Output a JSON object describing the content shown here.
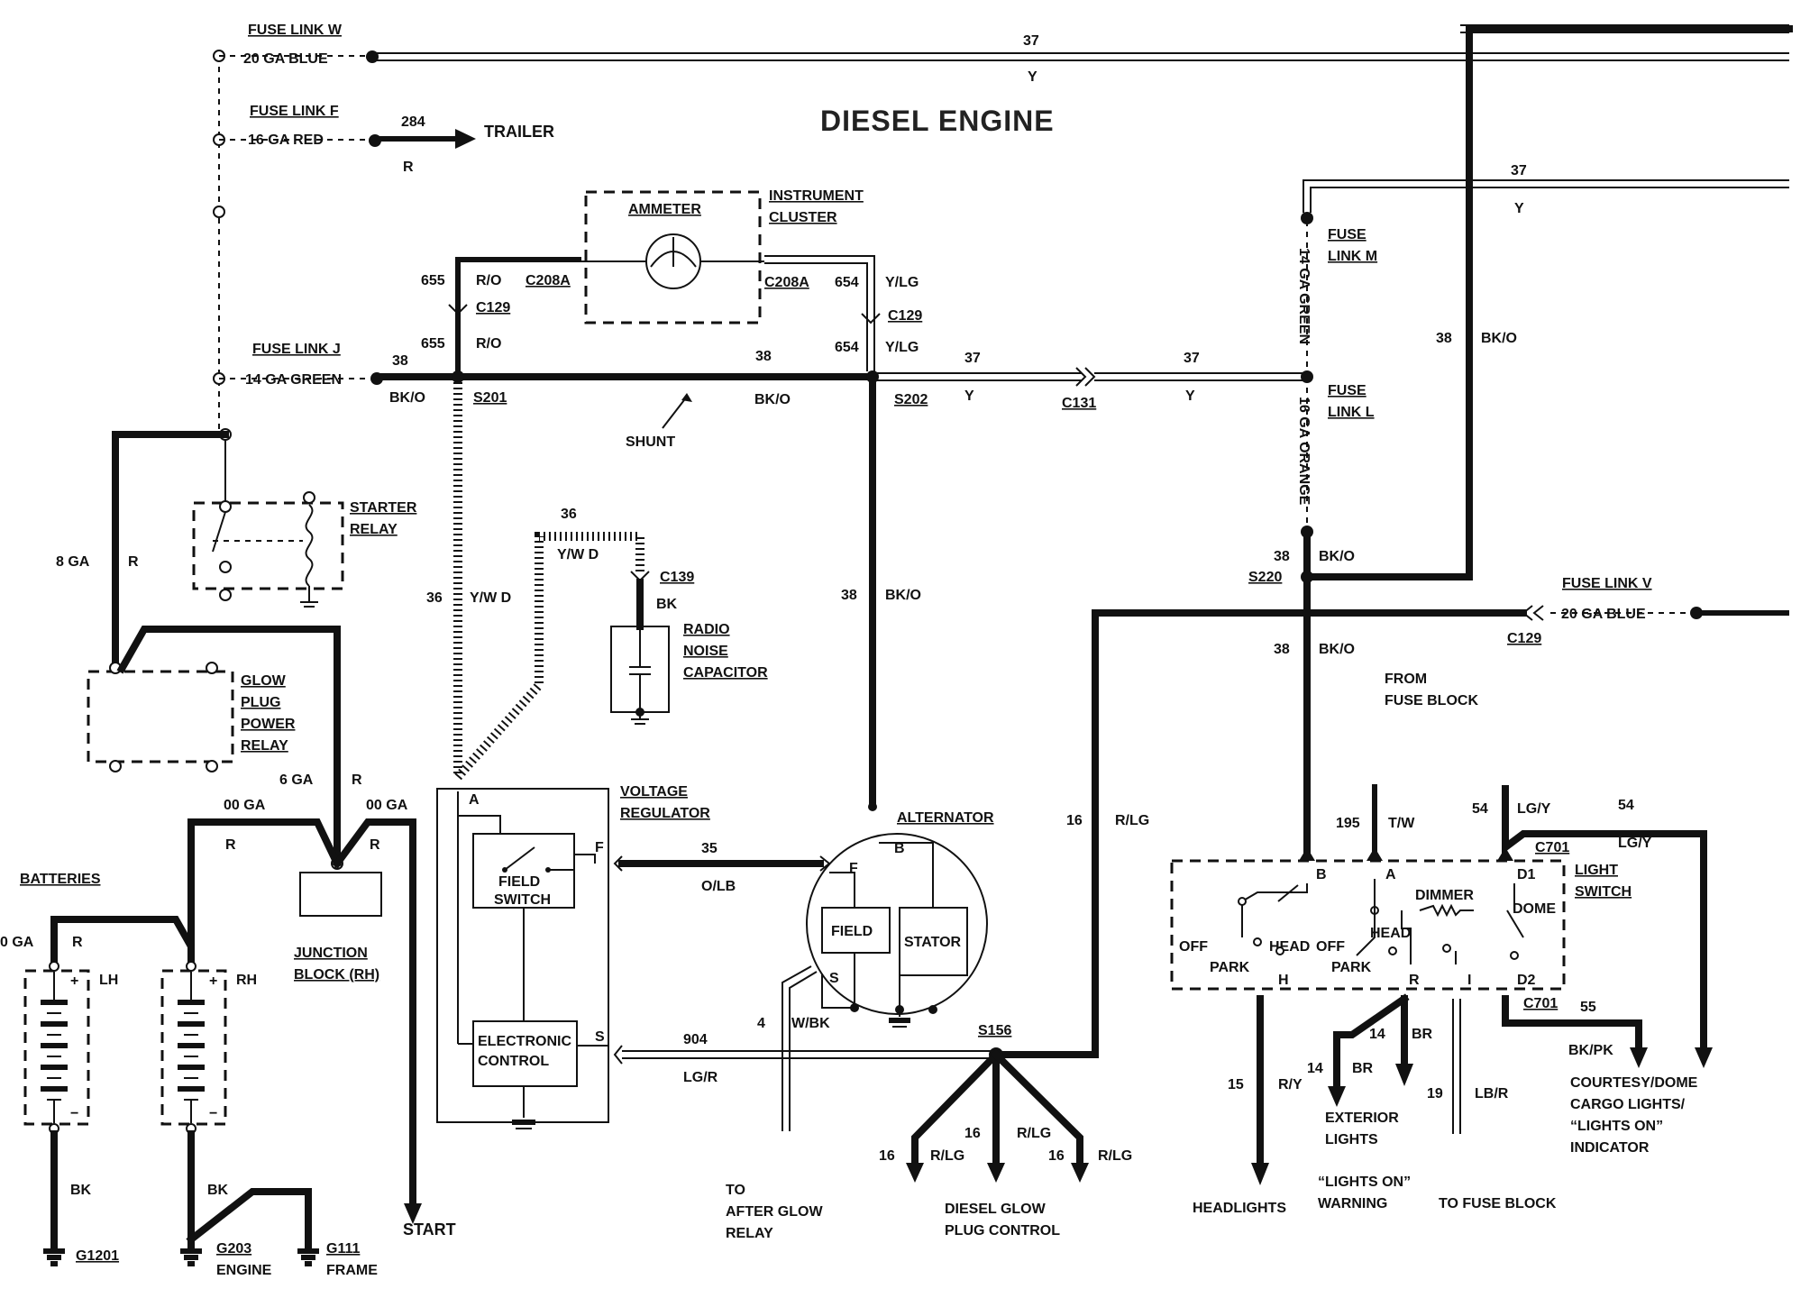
{
  "title": "DIESEL ENGINE",
  "fuse_links": {
    "w": {
      "name": "FUSE LINK W",
      "gauge": "20 GA BLUE"
    },
    "f": {
      "name": "FUSE LINK F",
      "gauge": "16 GA RED"
    },
    "j": {
      "name": "FUSE LINK J",
      "gauge": "14 GA GREEN"
    },
    "m_name": [
      "FUSE",
      "LINK M"
    ],
    "m_gauge": "14 GA GREEN",
    "l_name": [
      "FUSE",
      "LINK L"
    ],
    "l_gauge": "16 GA ORANGE",
    "v": {
      "name": "FUSE LINK V",
      "gauge": "20 GA BLUE"
    }
  },
  "trailer": {
    "circuit": "284",
    "color": "R",
    "label": "TRAILER"
  },
  "top_wire": {
    "circuit": "37",
    "color": "Y"
  },
  "right_wire": {
    "circuit": "37",
    "color": "Y"
  },
  "instrument_cluster": {
    "ammeter": "AMMETER",
    "label": [
      "INSTRUMENT",
      "CLUSTER"
    ]
  },
  "connectors": {
    "c208a_l": "C208A",
    "c208a_r": "C208A",
    "c129_l": "C129",
    "c129_r": "C129",
    "c129_v": "C129",
    "c131": "C131",
    "c139": "C139",
    "c701_top": "C701",
    "c701_bot": "C701"
  },
  "splices": {
    "s201": "S201",
    "s202": "S202",
    "s220": "S220",
    "s156": "S156"
  },
  "wire_labels": {
    "w655a": "655",
    "ro_a": "R/O",
    "w654a": "654",
    "ylg_a": "Y/LG",
    "w655b": "655",
    "ro_b": "R/O",
    "w654b": "654",
    "ylg_b": "Y/LG",
    "w38_j": "38",
    "bko_j": "BK/O",
    "w38_mid": "38",
    "bko_mid": "BK/O",
    "w37_a": "37",
    "y_a": "Y",
    "w37_b": "37",
    "y_b": "Y",
    "shunt": "SHUNT",
    "w38_v": "38",
    "bko_v": "BK/O",
    "w38_s220a": "38",
    "bko_s220a": "BK/O",
    "w38_s220b": "38",
    "bko_s220b": "BK/O",
    "w36_top": "36",
    "yw_d_top": "Y/W  D",
    "bk_cap": "BK",
    "w36_side": "36",
    "yw_d_side": "Y/W  D",
    "w38_alt": "38",
    "bko_alt": "BK/O",
    "w8ga": "8 GA",
    "r_8ga": "R",
    "w6ga": "6 GA",
    "r_6ga": "R",
    "w00ga_l": "00 GA",
    "r_00l": "R",
    "w00ga_r": "00 GA",
    "r_00r": "R",
    "w0ga": "0 GA",
    "r_0ga": "R",
    "bk_lh": "BK",
    "bk_rh": "BK",
    "w35": "35",
    "olb": "O/LB",
    "w904": "904",
    "lgr": "LG/R",
    "w4": "4",
    "wbk": "W/BK",
    "w16_rlg": "16",
    "rlg_main": "R/LG",
    "w16_a": "16",
    "rlg_a": "R/LG",
    "w16_b": "16",
    "rlg_b": "R/LG",
    "w16_c": "16",
    "rlg_c": "R/LG",
    "w195": "195",
    "tw": "T/W",
    "w54_a": "54",
    "lgy_a": "LG/Y",
    "w54_b": "54",
    "lgy_b": "LG/Y",
    "w15": "15",
    "ry": "R/Y",
    "w14_a": "14",
    "br_a": "BR",
    "w14_b": "14",
    "br_b": "BR",
    "w19": "19",
    "lbr": "LB/R",
    "w55": "55",
    "bkpk": "BK/PK"
  },
  "components": {
    "starter_relay": [
      "STARTER",
      "RELAY"
    ],
    "radio_cap": [
      "RADIO",
      "NOISE",
      "CAPACITOR"
    ],
    "glow_relay": [
      "GLOW",
      "PLUG",
      "POWER",
      "RELAY"
    ],
    "voltage_regulator": [
      "VOLTAGE",
      "REGULATOR"
    ],
    "field_switch": [
      "FIELD",
      "SWITCH"
    ],
    "electronic_control": [
      "ELECTRONIC",
      "CONTROL"
    ],
    "alternator": "ALTERNATOR",
    "alt_field": "FIELD",
    "alt_stator": "STATOR",
    "junction_block": [
      "JUNCTION",
      "BLOCK (RH)"
    ],
    "batteries": "BATTERIES",
    "lh": "LH",
    "rh": "RH",
    "light_switch": [
      "LIGHT",
      "SWITCH"
    ],
    "dimmer": "DIMMER",
    "dome": "DOME",
    "off_l": "OFF",
    "head_l": "HEAD",
    "park_l": "PARK",
    "off_r": "OFF",
    "head_r": "HEAD",
    "park_r": "PARK",
    "from_fuse_block": [
      "FROM",
      "FUSE BLOCK"
    ]
  },
  "terminals": {
    "a_reg": "A",
    "f_reg": "F",
    "s_reg": "S",
    "f_alt": "F",
    "b_alt": "B",
    "s_alt": "S",
    "ls_b": "B",
    "ls_a": "A",
    "ls_d1": "D1",
    "ls_h": "H",
    "ls_r": "R",
    "ls_i": "I",
    "ls_d2": "D2",
    "plus_lh": "+",
    "minus_lh": "−",
    "plus_rh": "+",
    "minus_rh": "−"
  },
  "grounds": {
    "g1201": "G1201",
    "g203": "G203",
    "engine": "ENGINE",
    "g111": "G111",
    "frame": "FRAME"
  },
  "destinations": {
    "start": "START",
    "after_glow": [
      "TO",
      "AFTER GLOW",
      "RELAY"
    ],
    "glow_control": [
      "DIESEL GLOW",
      "PLUG CONTROL"
    ],
    "exterior": [
      "EXTERIOR",
      "LIGHTS"
    ],
    "headlights": "HEADLIGHTS",
    "lights_on": [
      "“LIGHTS ON”",
      "WARNING"
    ],
    "to_fuse_block": "TO FUSE BLOCK",
    "courtesy": [
      "COURTESY/DOME",
      "CARGO LIGHTS/",
      "“LIGHTS ON”",
      "INDICATOR"
    ]
  }
}
